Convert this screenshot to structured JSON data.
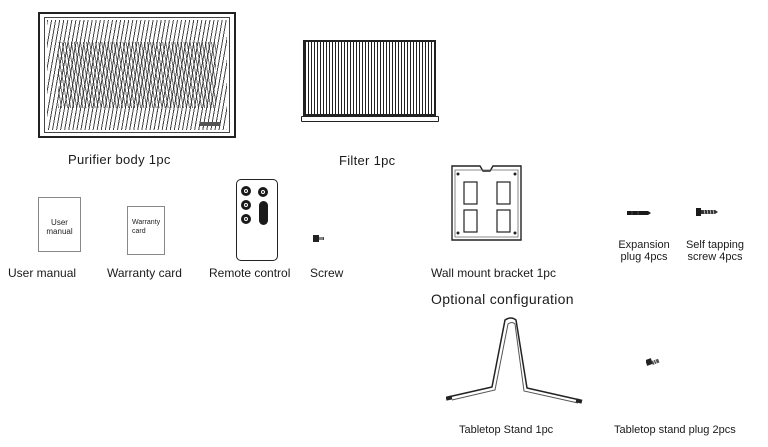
{
  "items": {
    "purifier_body": "Purifier  body 1pc",
    "filter": "Filter 1pc",
    "user_manual": "User manual",
    "user_manual_cover": "User\nmanual",
    "warranty_card": "Warranty card",
    "warranty_card_cover": "Warranty\ncard",
    "remote_control": "Remote control",
    "screw": "Screw",
    "wall_mount_bracket": "Wall mount bracket  1pc",
    "expansion_plug": "Expansion plug 4pcs",
    "self_tapping_screw": "Self tapping screw 4pcs",
    "tabletop_stand": "Tabletop Stand 1pc",
    "tabletop_stand_plug": "Tabletop stand plug 2pcs"
  },
  "sections": {
    "optional_configuration": "Optional configuration"
  },
  "icons": [
    "air-purifier-icon",
    "filter-icon",
    "manual-icon",
    "warranty-card-icon",
    "remote-control-icon",
    "screw-icon",
    "wall-bracket-icon",
    "expansion-plug-icon",
    "self-tapping-screw-icon",
    "tabletop-stand-icon",
    "stand-plug-icon"
  ]
}
